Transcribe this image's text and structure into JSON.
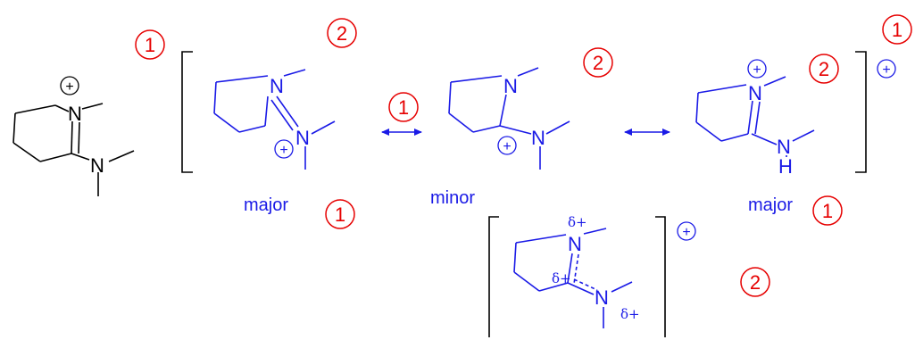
{
  "colors": {
    "bond_black": "#000000",
    "bond_blue": "#1a1ae6",
    "badge_red": "#e60000"
  },
  "structures": {
    "start": {
      "n_ring": "N",
      "n_amine": "N",
      "charge": "+"
    },
    "res_a": {
      "n_ring": "N",
      "n_amine": "N",
      "charge": "+",
      "label": "major"
    },
    "res_b": {
      "n_ring": "N",
      "n_amine": "N",
      "charge": "+",
      "label": "minor"
    },
    "res_c": {
      "n_ring": "N",
      "n_amine": "N",
      "h": "H",
      "charge": "+",
      "label": "major"
    },
    "hybrid": {
      "n_ring": "N",
      "n_amine": "N",
      "delta1": "δ+",
      "delta2": "δ+",
      "delta3": "δ+"
    }
  },
  "bracket_charges": {
    "top": "+",
    "bottom": "+"
  },
  "badges": [
    "1",
    "2",
    "1",
    "2",
    "1",
    "2",
    "1",
    "1",
    "2"
  ]
}
